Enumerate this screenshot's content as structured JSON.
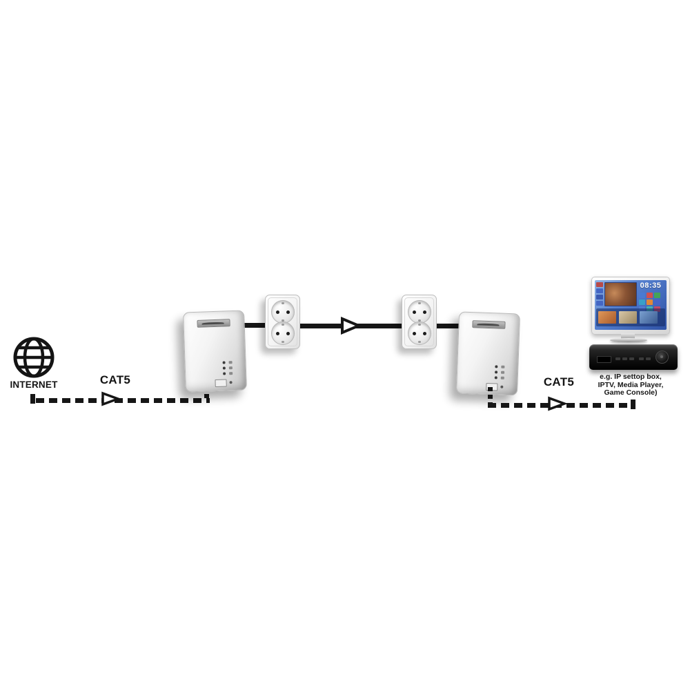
{
  "labels": {
    "internet": "INTERNET",
    "cat5_left": "CAT5",
    "cat5_right": "CAT5"
  },
  "caption": {
    "line1": "e.g. IP settop box,",
    "line2": "IPTV, Media Player,",
    "line3": "Game Console)"
  },
  "tv": {
    "clock": "08:35"
  },
  "icons": {
    "internet": "globe-icon",
    "flow": "right-arrow-icon",
    "adapter_brand": "brand-logo"
  },
  "colors": {
    "line": "#161616",
    "text": "#141414",
    "tv_screen_blue": "#3c63b8",
    "background": "#ffffff"
  }
}
